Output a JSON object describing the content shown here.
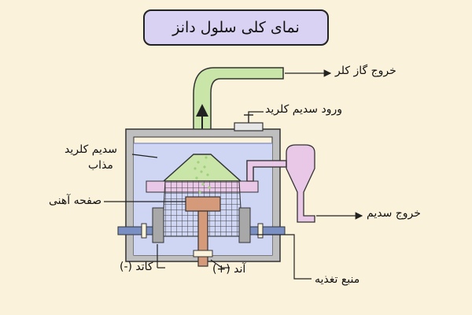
{
  "title": "نمای کلی سلول دانز",
  "labels": {
    "chlorine_out": "خروج گاز کلر",
    "nacl_in": "ورود سدیم کلرید",
    "molten_nacl_line1": "سدیم کلرید",
    "molten_nacl_line2": "مذاب",
    "iron_plate": "صفحه آهنی",
    "sodium_out": "خروج سدیم",
    "cathode": "کاتد (-)",
    "anode": "آند (+)",
    "power_source": "منبع تغذیه"
  },
  "colors": {
    "background": "#fbf2dc",
    "title_fill": "#d9d2f2",
    "electrolyte": "#cfd6f4",
    "chlorine_tube": "#c9e6a8",
    "sodium_tube": "#e8c8e6",
    "anode": "#d49a7a",
    "electrode_bar": "#7a8fc4"
  }
}
